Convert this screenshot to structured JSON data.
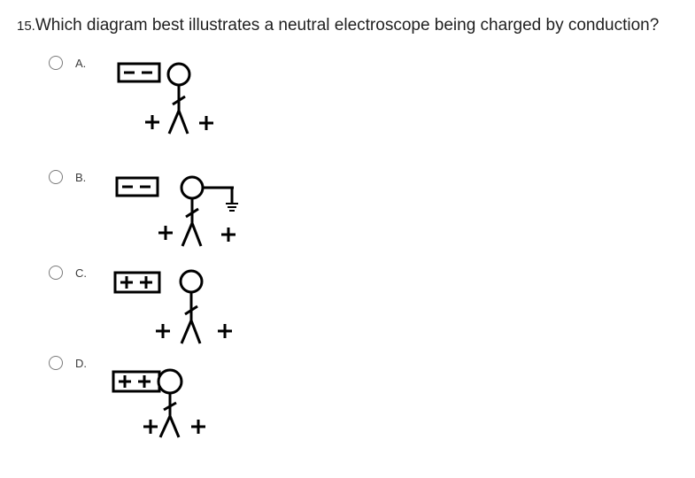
{
  "question": {
    "number": "15.",
    "text": "Which diagram best illustrates a neutral electroscope being charged by conduction?"
  },
  "options": [
    {
      "label": "A."
    },
    {
      "label": "B."
    },
    {
      "label": "C."
    },
    {
      "label": "D."
    }
  ]
}
